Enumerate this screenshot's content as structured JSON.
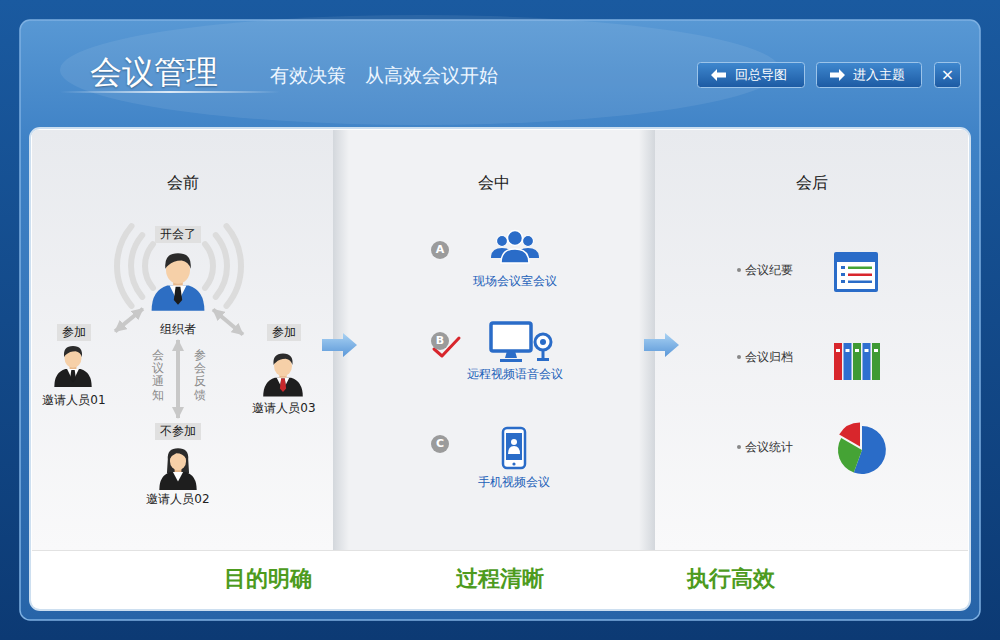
{
  "diagram": {
    "title": "会议管理",
    "nodes": [
      {
        "text": [
          "回总导图"
        ]
      },
      {
        "text": [
          "进入主题"
        ]
      },
      {
        "text": [
          "×"
        ]
      },
      {
        "text": [
          "会前"
        ]
      },
      {
        "text": [
          "组织者"
        ],
        "in": 3
      },
      {
        "text": [
          "开会了"
        ],
        "in": 4
      },
      {
        "text": [
          "邀请人员01"
        ],
        "in": 3
      },
      {
        "text": [
          "参加"
        ],
        "in": 6
      },
      {
        "text": [
          "邀请人员03"
        ],
        "in": 3
      },
      {
        "text": [
          "参加"
        ],
        "in": 8
      },
      {
        "text": [
          "邀请人员02"
        ],
        "in": 3
      },
      {
        "text": [
          "不参加"
        ],
        "in": 10
      },
      {
        "text": [
          "会中"
        ]
      },
      {
        "text": [
          "A"
        ],
        "in": 12
      },
      {
        "text": [
          "B"
        ],
        "in": 12
      },
      {
        "text": [
          "C"
        ],
        "in": 12
      },
      {
        "text": [
          "会后"
        ]
      },
      {
        "text": [
          "目的明确",
          "过程清晰",
          "执行高效"
        ]
      }
    ],
    "edges": [
      {
        "from": 4,
        "to": 6,
        "arrow": "both"
      },
      {
        "from": 4,
        "to": 8,
        "arrow": "both"
      },
      {
        "from": 4,
        "to": 10,
        "arrow": "both"
      },
      {
        "from": 3,
        "to": 12,
        "arrow": "to"
      },
      {
        "from": 12,
        "to": 16,
        "arrow": "to"
      }
    ],
    "labels": [
      "有效决策　从高效会议开始",
      "会议通知",
      "参会反馈",
      "现场会议室会议",
      "远程视频语音会议",
      "手机视频会议",
      "会议纪要",
      "会议归档",
      "会议统计"
    ]
  }
}
